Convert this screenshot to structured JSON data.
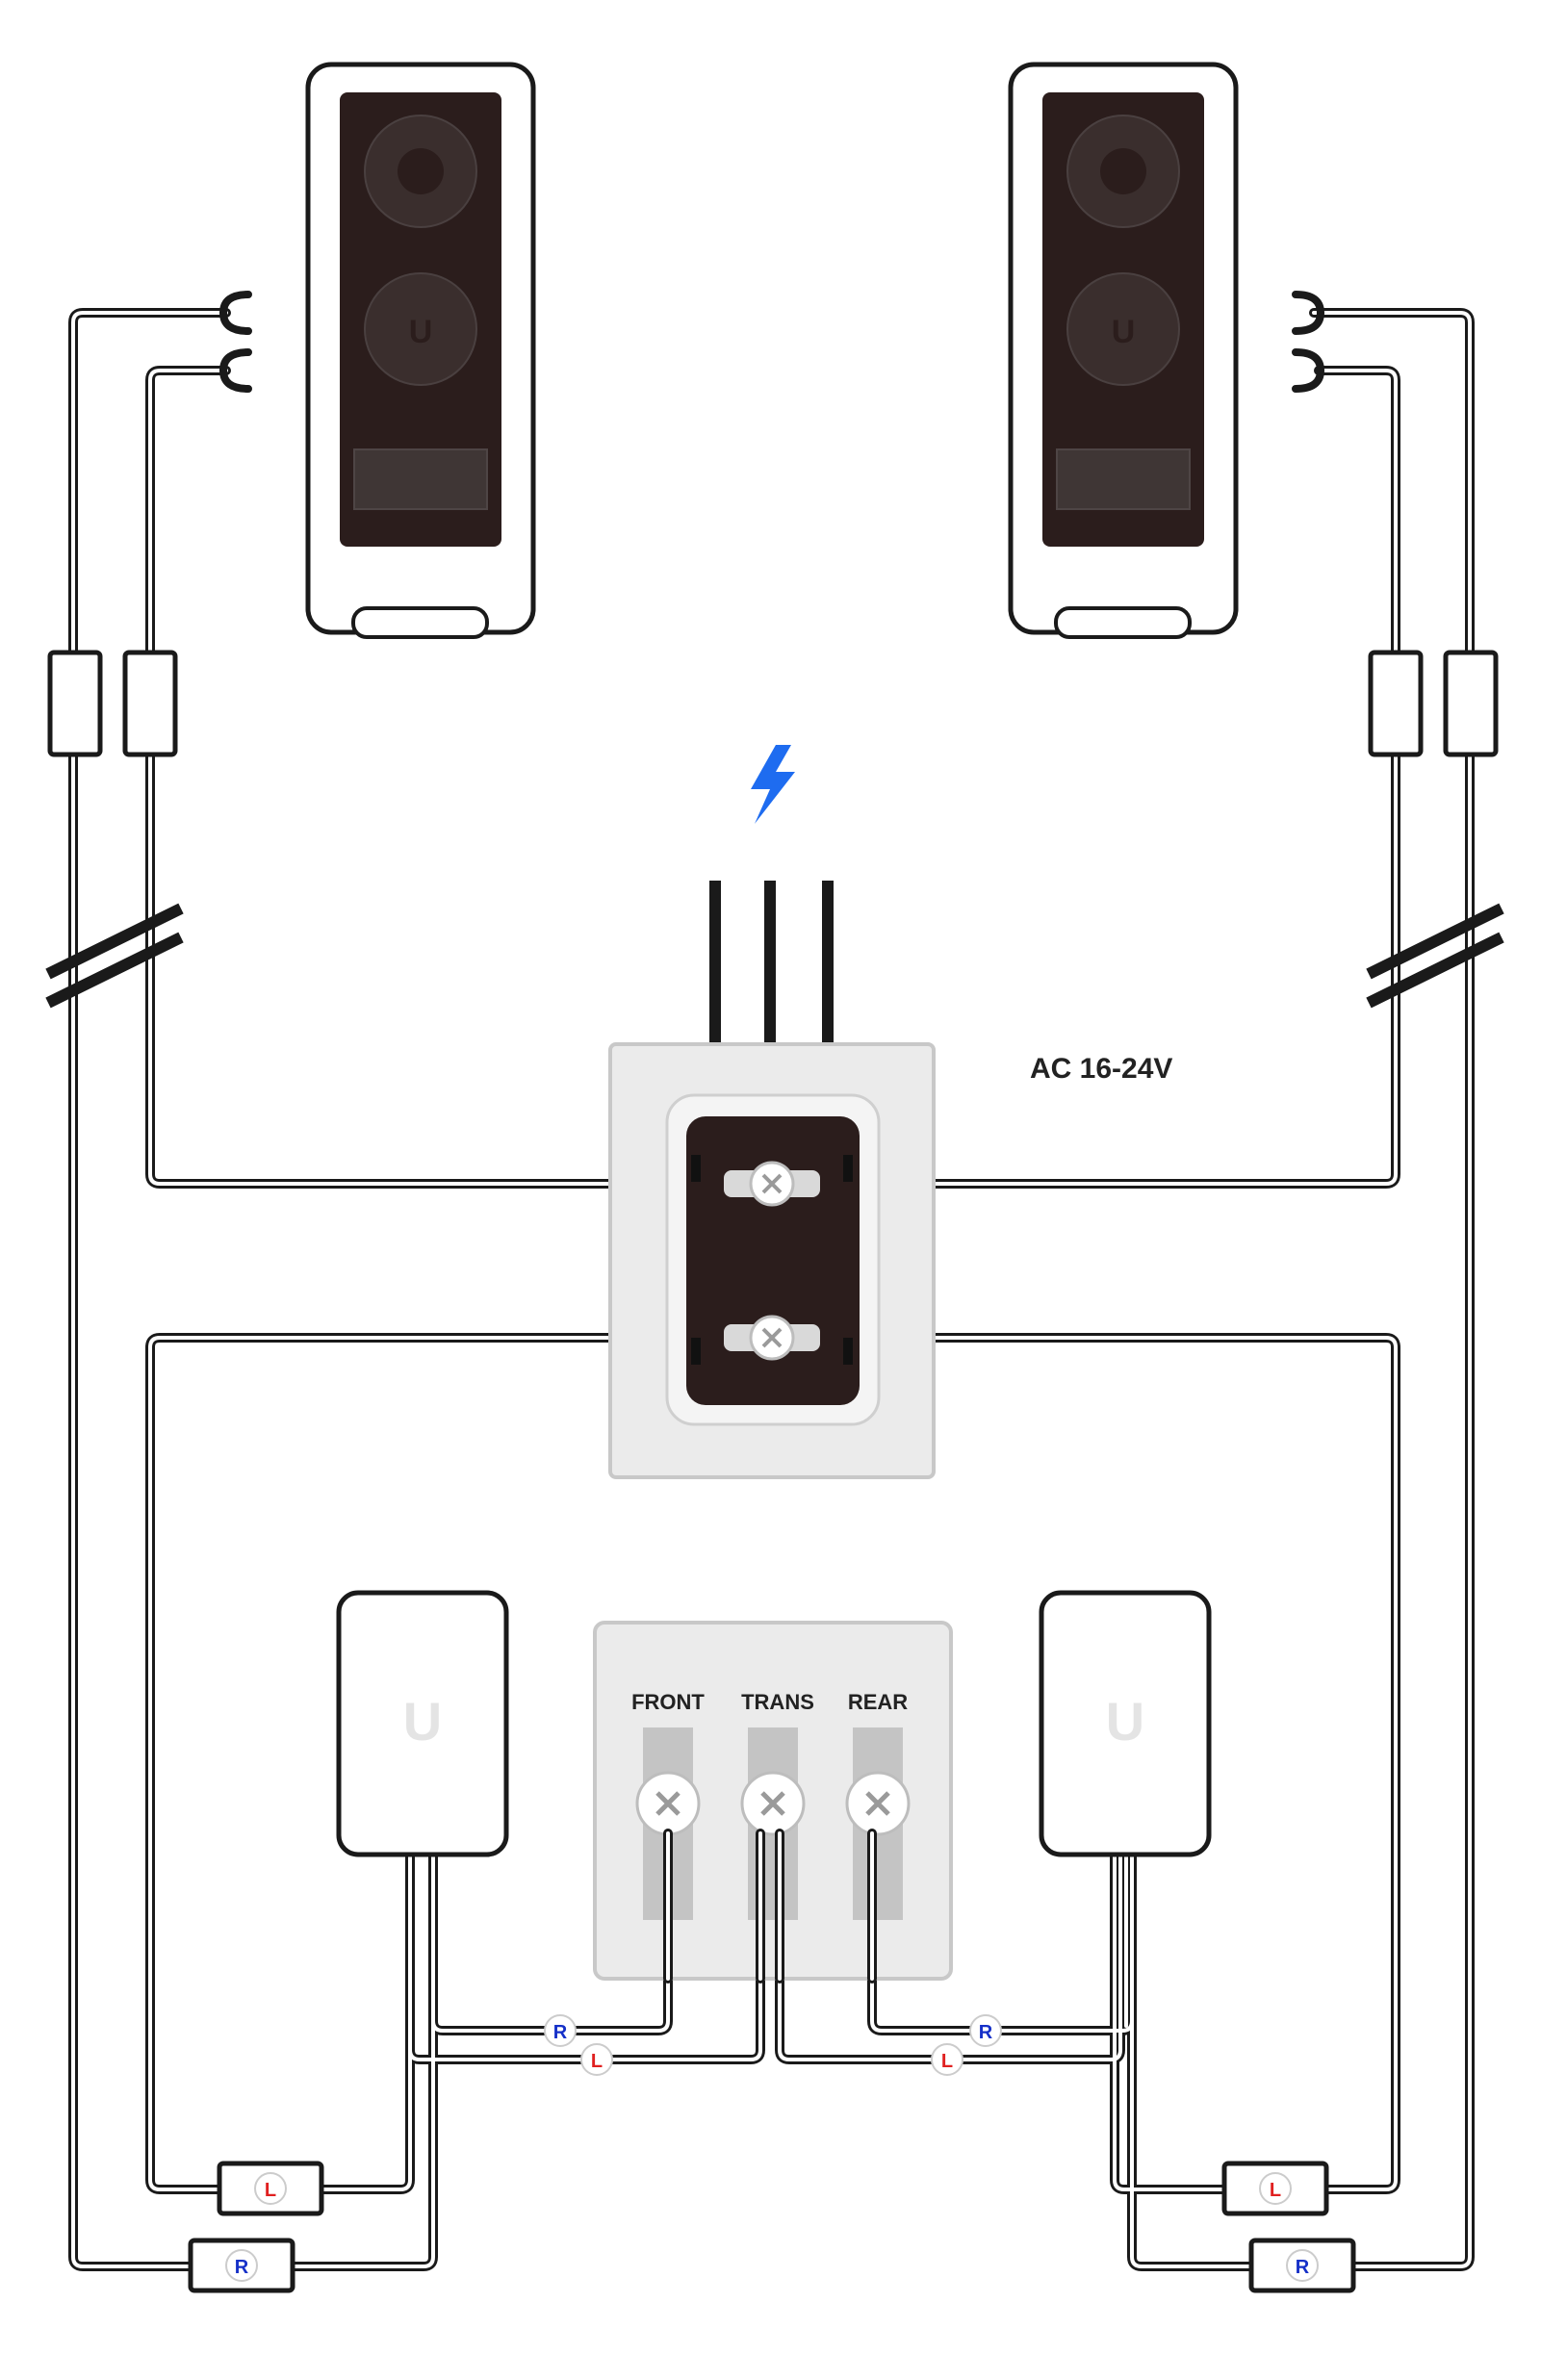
{
  "supply_label": "AC 16-24V",
  "chime_terminals": [
    "FRONT",
    "TRANS",
    "REAR"
  ],
  "wire_tags": {
    "left": "L",
    "right": "R"
  },
  "colors": {
    "bolt": "#1e6cf0",
    "tag_left": "#e02020",
    "tag_right": "#1530c8",
    "doorbell_face": "#2b1d1c",
    "plate": "#ebebeb"
  },
  "icons": {
    "power": "lightning-bolt-icon",
    "brand": "u-logo-icon",
    "screw": "screw-icon"
  }
}
